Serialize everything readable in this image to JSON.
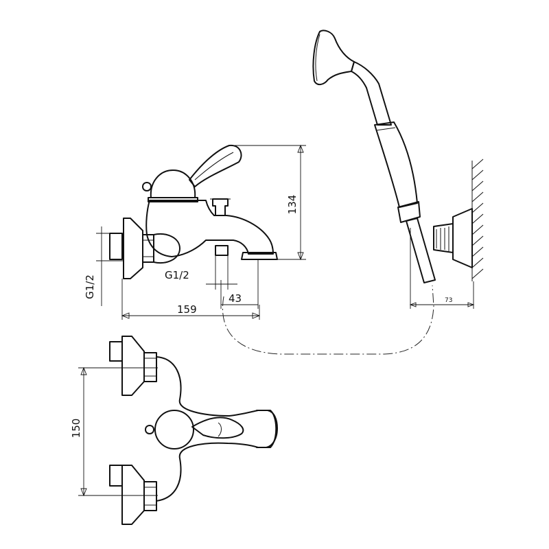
{
  "dimensions": {
    "height_134": "134",
    "thread_top": "G1/2",
    "thread_left": "G1/2",
    "spacing_43": "43",
    "depth_159": "159",
    "wall_73": "73",
    "spacing_150": "150"
  }
}
